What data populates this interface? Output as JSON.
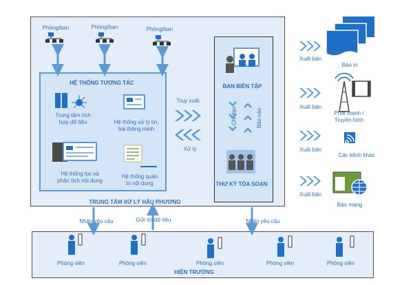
{
  "backoffice": {
    "departments": [
      "Phòng/ban",
      "Phòng/ban",
      "Phòng/ban"
    ],
    "system_title": "HỆ THỐNG TƯƠNG TÁC",
    "modules": {
      "data_center": "Trung tâm tích\nhợp dữ liệu",
      "smart_processing": "Hệ thống xử lý tin,\nbài thông minh",
      "content_filter": "Hệ thống lọc và\nphân tích nội dung",
      "content_admin": "Hệ thống quản\ntrị nội dung"
    },
    "footer_label": "TRUNG TÂM XỬ LÝ HẬU PHƯƠNG"
  },
  "editorial": {
    "board": "BAN BIÊN TẬP",
    "direction": "Chỉ đạo",
    "report": "Báo cáo",
    "secretary": "THƯ KÝ TÒA SOẠN"
  },
  "links": {
    "retrieve": "Truy xuất",
    "process": "Xử lý",
    "receive_request_left": "Nhận yêu cầu",
    "send_data": "Gửi tin/dữ liệu",
    "receive_request_right": "Nhận yêu cầu"
  },
  "outputs": [
    {
      "action": "Xuất bản",
      "channel": "Báo in"
    },
    {
      "action": "Xuất bản",
      "channel": "Phát thanh /\nTruyền hình"
    },
    {
      "action": "Xuất bản",
      "channel": "Các kênh khác"
    },
    {
      "action": "Xuất bản",
      "channel": "Báo mạng"
    }
  ],
  "field": {
    "reporters": [
      "Phóng viên",
      "Phóng viên",
      "Phóng viên",
      "Phóng viên",
      "Phóng viên"
    ],
    "title": "HIỆN TRƯỜNG"
  },
  "colors": {
    "primary": "#2f6db5",
    "accent": "#5b9bd5",
    "light": "#e3eefa",
    "icon": "#1e6fc8"
  }
}
